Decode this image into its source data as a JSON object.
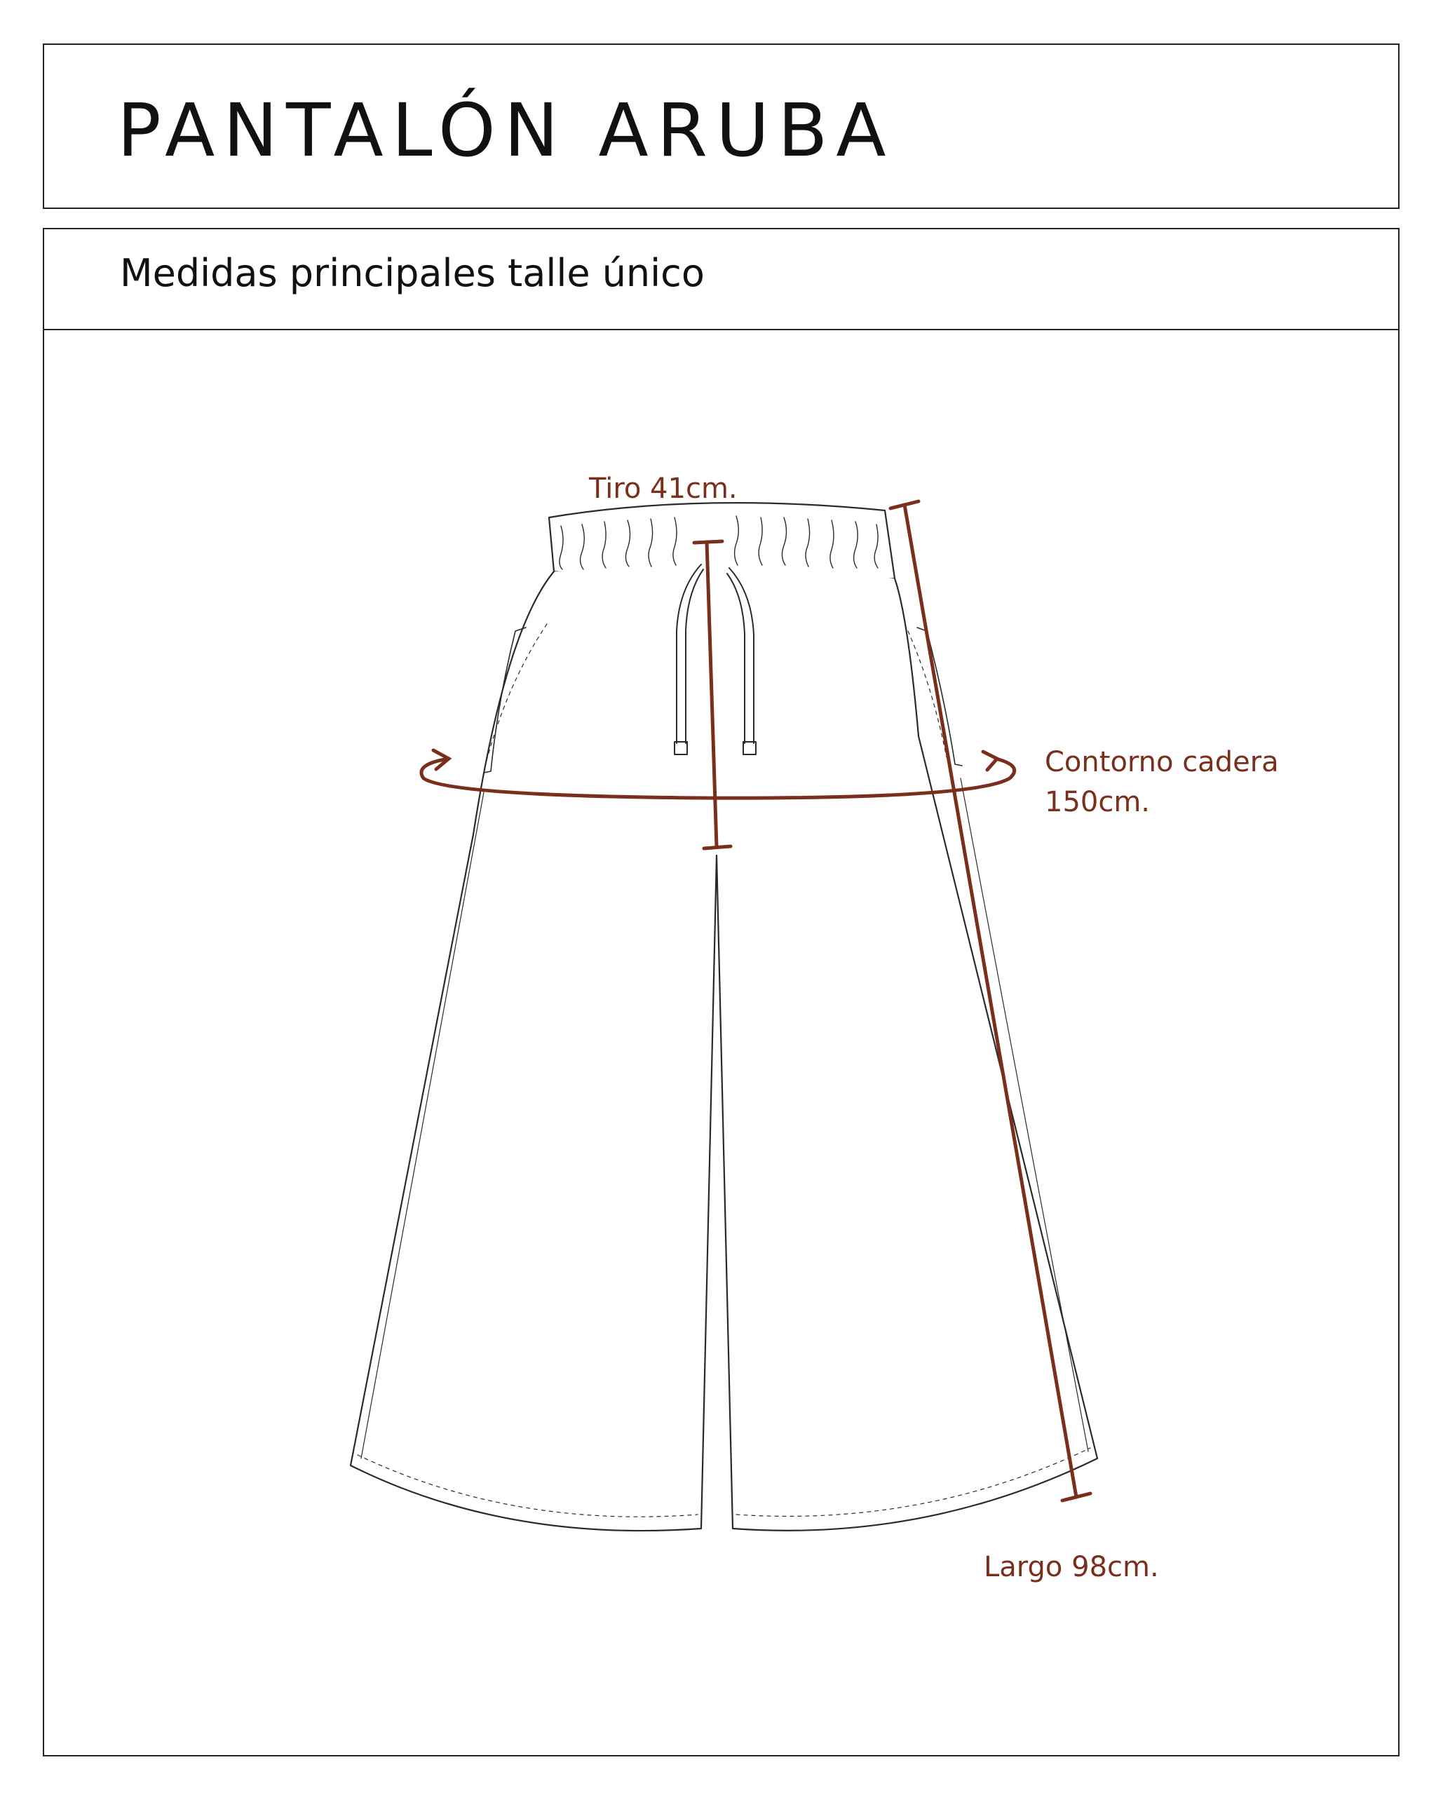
{
  "header": {
    "title": "PANTALÓN ARUBA"
  },
  "section": {
    "subtitle": "Medidas principales talle único"
  },
  "measurements": {
    "tiro": "Tiro 41cm.",
    "contorno_line1": "Contorno cadera",
    "contorno_line2": "150cm.",
    "largo": "Largo 98cm."
  },
  "colors": {
    "measure": "#7a2e1c",
    "outline": "#2a2a2a",
    "border": "#222222"
  }
}
